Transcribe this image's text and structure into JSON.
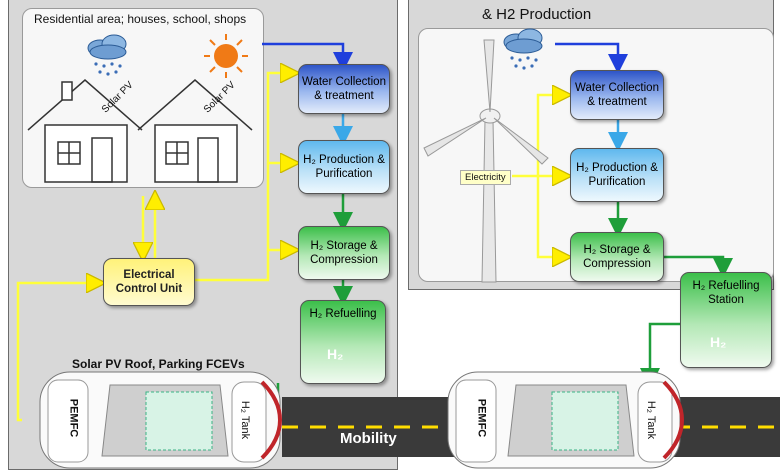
{
  "left_panel": {
    "residential_label": "Residential area; houses, school, shops",
    "solar_pv_1": "Solar PV",
    "solar_pv_2": "Solar PV",
    "control_unit": "Electrical Control Unit",
    "water_box": "Water Collection & treatment",
    "h2_production_box": "H₂ Production & Purification",
    "h2_storage_box": "H₂ Storage & Compression",
    "h2_refuelling_box": "H₂ Refuelling",
    "parking_label": "Solar PV Roof, Parking FCEVs",
    "pemfc": "PEMFC",
    "tank": "H₂ Tank",
    "pump_label": "H₂"
  },
  "right_panel": {
    "title": "& H2 Production",
    "electricity": "Electricity",
    "water_box": "Water Collection & treatment",
    "h2_production_box": "H₂ Production & Purification",
    "h2_storage_box": "H₂ Storage & Compression",
    "station_box": "H₂ Refuelling Station",
    "pemfc": "PEMFC",
    "tank": "H₂ Tank",
    "pump_label": "H₂"
  },
  "mobility": "Mobility",
  "colors": {
    "water_flow": "#1f3fdc",
    "power_flow": "#ffff3a",
    "hydrogen_flow": "#1e9e3a",
    "road": "#3a3a3a",
    "road_dash": "#ffdd00"
  }
}
